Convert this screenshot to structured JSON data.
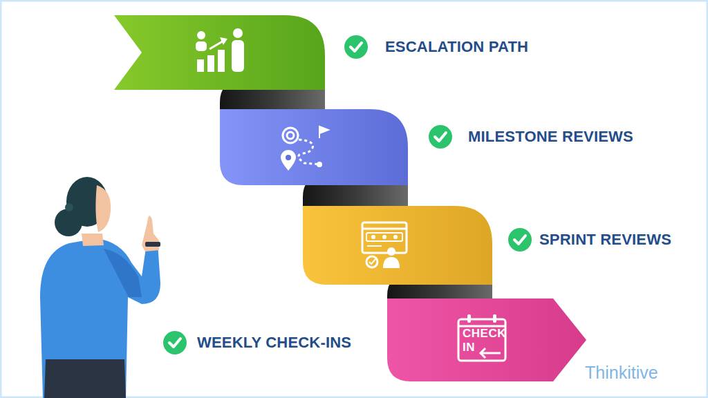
{
  "diagram": {
    "nodes": [
      {
        "text": [
          "ESCALATION PATH"
        ]
      },
      {
        "text": [
          "MILESTONE REVIEWS"
        ]
      },
      {
        "text": [
          "SPRINT REVIEWS"
        ]
      },
      {
        "text": [
          "WEEKLY CHECK-INS"
        ]
      }
    ],
    "labels": [
      "CHECK IN",
      "Thinkitive"
    ]
  }
}
